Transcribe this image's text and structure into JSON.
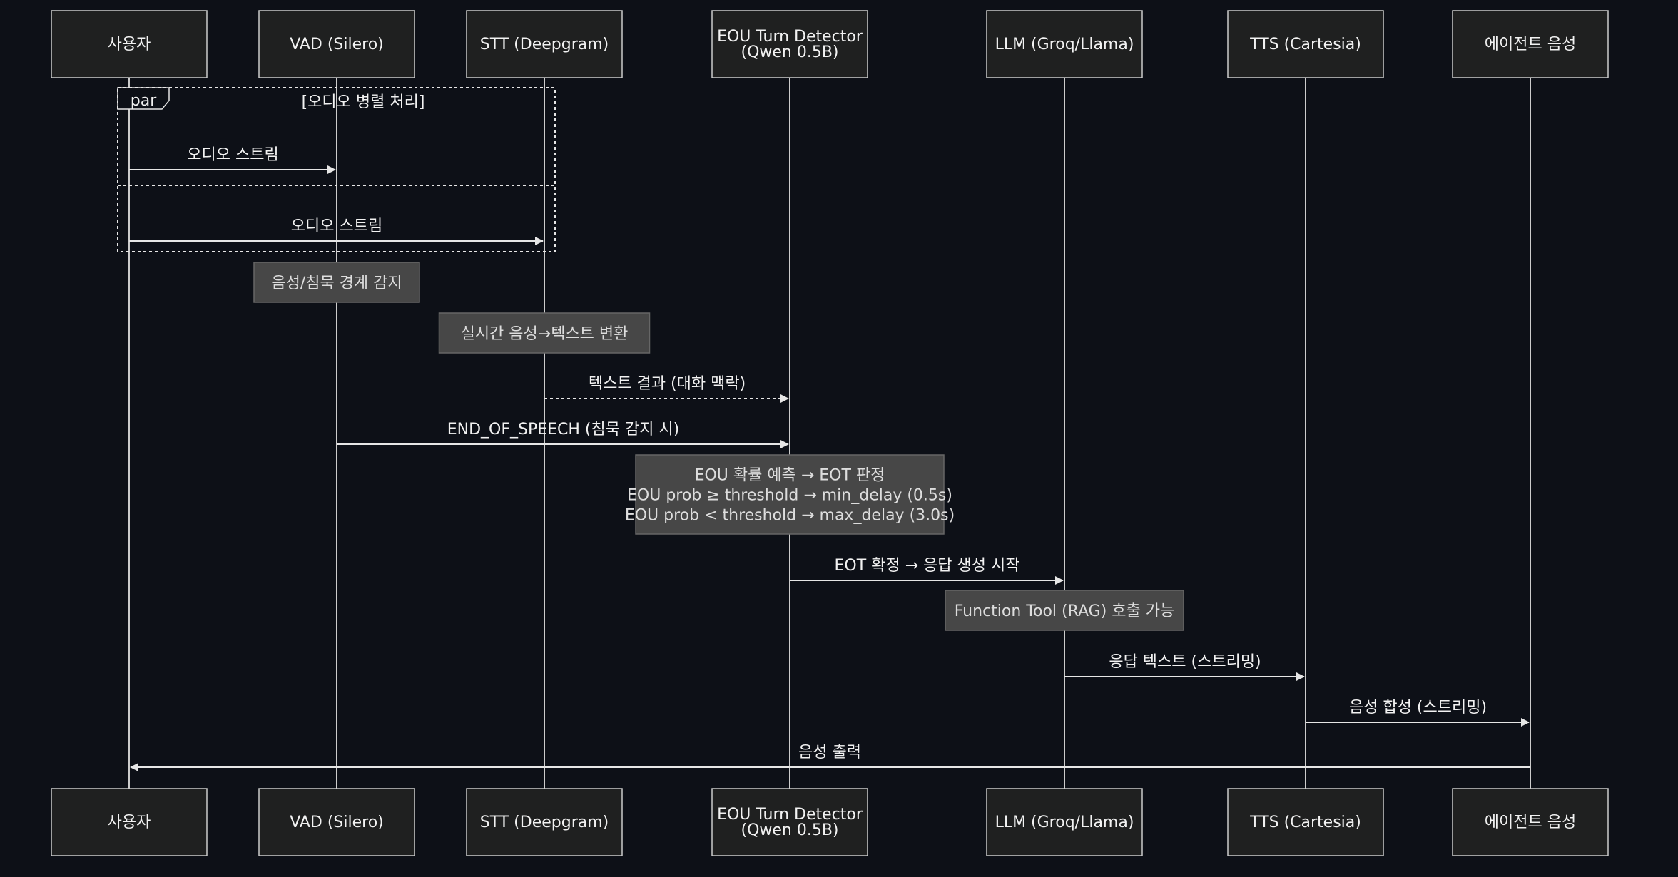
{
  "participants": [
    {
      "id": "user",
      "label": [
        "사용자"
      ]
    },
    {
      "id": "vad",
      "label": [
        "VAD (Silero)"
      ]
    },
    {
      "id": "stt",
      "label": [
        "STT (Deepgram)"
      ]
    },
    {
      "id": "eou",
      "label": [
        "EOU Turn Detector",
        "(Qwen 0.5B)"
      ]
    },
    {
      "id": "llm",
      "label": [
        "LLM (Groq/Llama)"
      ]
    },
    {
      "id": "tts",
      "label": [
        "TTS (Cartesia)"
      ]
    },
    {
      "id": "voice",
      "label": [
        "에이전트 음성"
      ]
    }
  ],
  "frame": {
    "kind": "par",
    "title": "[오디오 병렬 처리]"
  },
  "messages": [
    {
      "id": "msg-audio-stream-vad",
      "from": "user",
      "to": "vad",
      "text": "오디오 스트림",
      "style": "solid"
    },
    {
      "id": "msg-audio-stream-stt",
      "from": "user",
      "to": "stt",
      "text": "오디오 스트림",
      "style": "solid"
    },
    {
      "id": "msg-text-result",
      "from": "stt",
      "to": "eou",
      "text": "텍스트 결과 (대화 맥락)",
      "style": "dashed"
    },
    {
      "id": "msg-end-of-speech",
      "from": "vad",
      "to": "eou",
      "text": "END_OF_SPEECH (침묵 감지 시)",
      "style": "solid"
    },
    {
      "id": "msg-eot-confirm",
      "from": "eou",
      "to": "llm",
      "text": "EOT 확정 → 응답 생성 시작",
      "style": "solid"
    },
    {
      "id": "msg-response-text",
      "from": "llm",
      "to": "tts",
      "text": "응답 텍스트 (스트리밍)",
      "style": "solid"
    },
    {
      "id": "msg-speech-synth",
      "from": "tts",
      "to": "voice",
      "text": "음성 합성 (스트리밍)",
      "style": "solid"
    },
    {
      "id": "msg-speech-output",
      "from": "voice",
      "to": "user",
      "text": "음성 출력",
      "style": "solid"
    }
  ],
  "notes": [
    {
      "id": "note-vad-detect",
      "over": "vad",
      "lines": [
        "음성/침묵 경계 감지"
      ]
    },
    {
      "id": "note-stt-convert",
      "over": "stt",
      "lines": [
        "실시간 음성→텍스트 변환"
      ]
    },
    {
      "id": "note-eou-predict",
      "over": "eou",
      "lines": [
        "EOU 확률 예측 → EOT 판정",
        "EOU prob ≥ threshold → min_delay (0.5s)",
        "EOU prob < threshold → max_delay (3.0s)"
      ]
    },
    {
      "id": "note-llm-tool",
      "over": "llm",
      "lines": [
        "Function Tool (RAG) 호출 가능"
      ]
    }
  ]
}
